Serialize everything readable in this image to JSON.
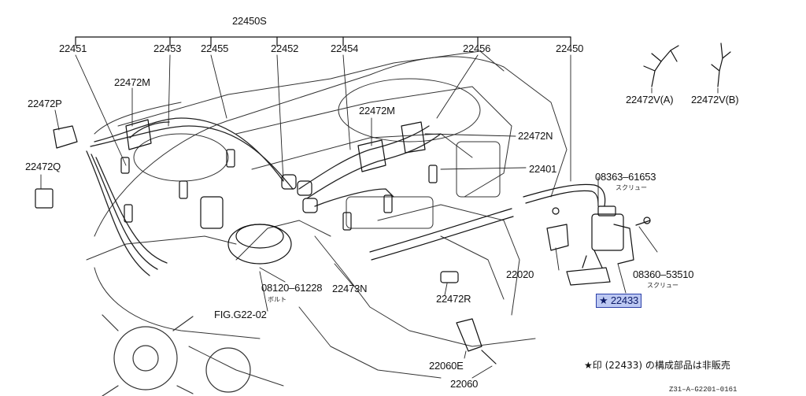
{
  "diagram": {
    "labels": {
      "p22450s": "22450S",
      "p22451": "22451",
      "p22453": "22453",
      "p22455": "22455",
      "p22452": "22452",
      "p22454": "22454",
      "p22456": "22456",
      "p22450": "22450",
      "p22472m_left": "22472M",
      "p22472m_right": "22472M",
      "p22472p": "22472P",
      "p22472q": "22472Q",
      "p22472n_upper": "22472N",
      "p22401": "22401",
      "p08363": "08363–61653",
      "p08360": "08360–53510",
      "p22020": "22020",
      "p22433": "★ 22433",
      "p08120": "08120–61228",
      "p22473n": "22473N",
      "p22472r": "22472R",
      "fig_ref": "FIG.G22-02",
      "p22060e": "22060E",
      "p22060": "22060",
      "p22472va": "22472V(A)",
      "p22472vb": "22472V(B)"
    },
    "sublabels": {
      "screw_upper": "スクリュー",
      "screw_lower": "スクリュー",
      "bolt": "ボルト"
    },
    "note": "★印 (22433) の構成部品は非販売",
    "diagram_code": "Z31–A–G2201–0161",
    "highlight_color": "#bcc8f2"
  }
}
